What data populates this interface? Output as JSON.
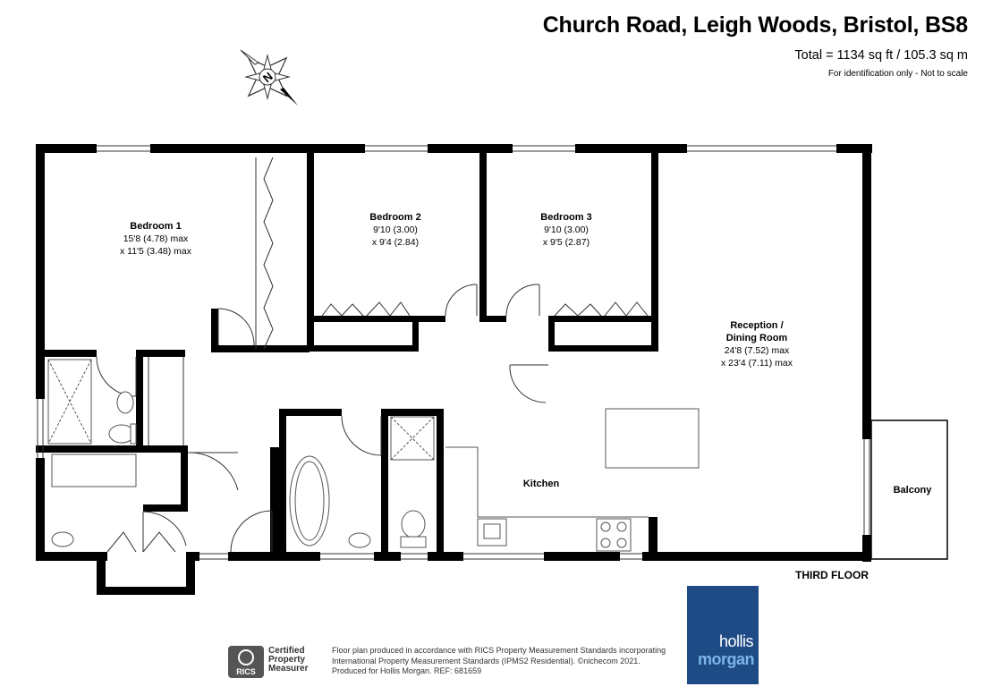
{
  "header": {
    "title": "Church Road, Leigh Woods, Bristol, BS8",
    "total": "Total = 1134 sq ft / 105.3 sq m",
    "note": "For identification only - Not to scale"
  },
  "compass": {
    "label": "N",
    "icon": "compass-icon"
  },
  "rooms": {
    "bedroom1": {
      "name": "Bedroom 1",
      "dim1": "15'8 (4.78) max",
      "dim2": "x 11'5 (3.48) max"
    },
    "bedroom2": {
      "name": "Bedroom 2",
      "dim1": "9'10 (3.00)",
      "dim2": "x 9'4 (2.84)"
    },
    "bedroom3": {
      "name": "Bedroom 3",
      "dim1": "9'10 (3.00)",
      "dim2": "x 9'5 (2.87)"
    },
    "reception": {
      "name1": "Reception /",
      "name2": "Dining Room",
      "dim1": "24'8 (7.52) max",
      "dim2": "x 23'4 (7.11) max"
    },
    "kitchen": {
      "name": "Kitchen"
    },
    "balcony": {
      "name": "Balcony"
    }
  },
  "floor_label": "THIRD FLOOR",
  "logo": {
    "line1": "hollis",
    "line2": "morgan",
    "color": "#1e4a86",
    "accent": "#7bb6e6"
  },
  "rics": {
    "badge": "RICS",
    "line1": "Certified",
    "line2": "Property",
    "line3": "Measurer"
  },
  "disclaimer": {
    "line1": "Floor plan produced in accordance with RICS Property Measurement Standards incorporating",
    "line2": "International Property Measurement Standards (IPMS2 Residential).  ©nichecom 2021.",
    "line3": "Produced for Hollis Morgan.   REF:  681659"
  },
  "colors": {
    "wall": "#000000",
    "fixture": "#555555",
    "background": "#ffffff"
  }
}
